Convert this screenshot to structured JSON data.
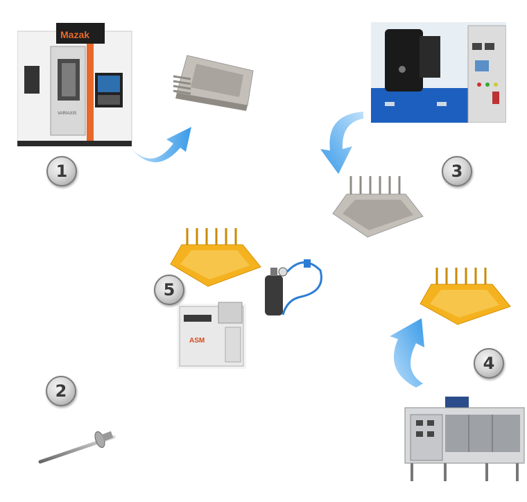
{
  "steps": [
    {
      "number": "1"
    },
    {
      "number": "2"
    },
    {
      "number": "3"
    },
    {
      "number": "4"
    },
    {
      "number": "5"
    }
  ],
  "machine_labels": {
    "cnc_brand": "Mazak",
    "cnc_model": "VARIAXIS",
    "welder_brand": "ASM"
  },
  "colors": {
    "arrow_blue": "#3a9be8",
    "part_orange": "#f5b21f",
    "part_gray": "#b9b5ae",
    "cnc_orange": "#e8682a",
    "badge_gray": "#cfcfcf"
  }
}
